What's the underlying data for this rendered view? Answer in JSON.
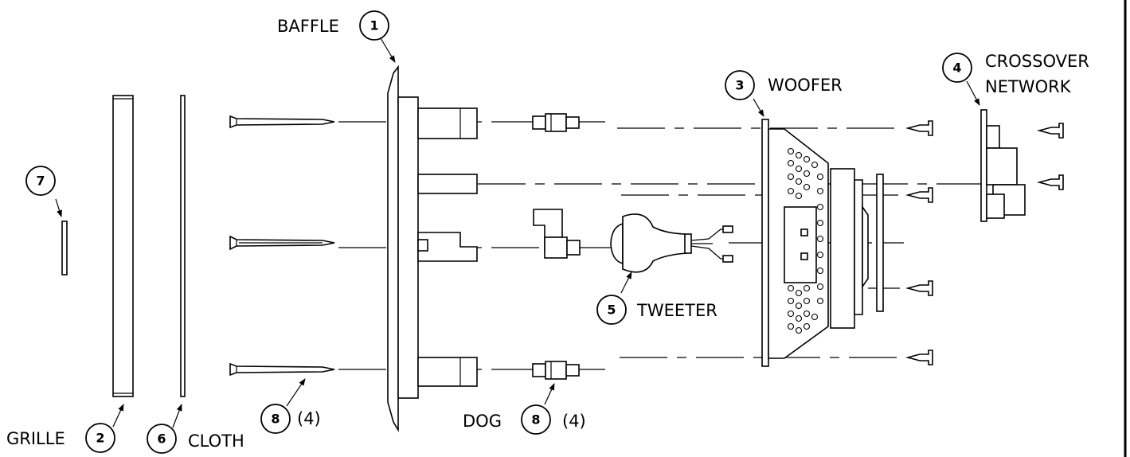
{
  "labels": {
    "baffle": "BAFFLE",
    "woofer": "WOOFER",
    "crossover_line1": "CROSSOVER",
    "crossover_line2": "NETWORK",
    "tweeter": "TWEETER",
    "grille": "GRILLE",
    "cloth": "CLOTH",
    "dog": "DOG",
    "qty_screws": "(4)",
    "qty_dogs": "(4)"
  },
  "callouts": {
    "baffle": "1",
    "grille": "2",
    "woofer": "3",
    "crossover": "4",
    "tweeter": "5",
    "cloth": "6",
    "part7": "7",
    "screws": "8",
    "dogs": "8"
  },
  "colors": {
    "line": "#000000",
    "background": "#ffffff"
  }
}
